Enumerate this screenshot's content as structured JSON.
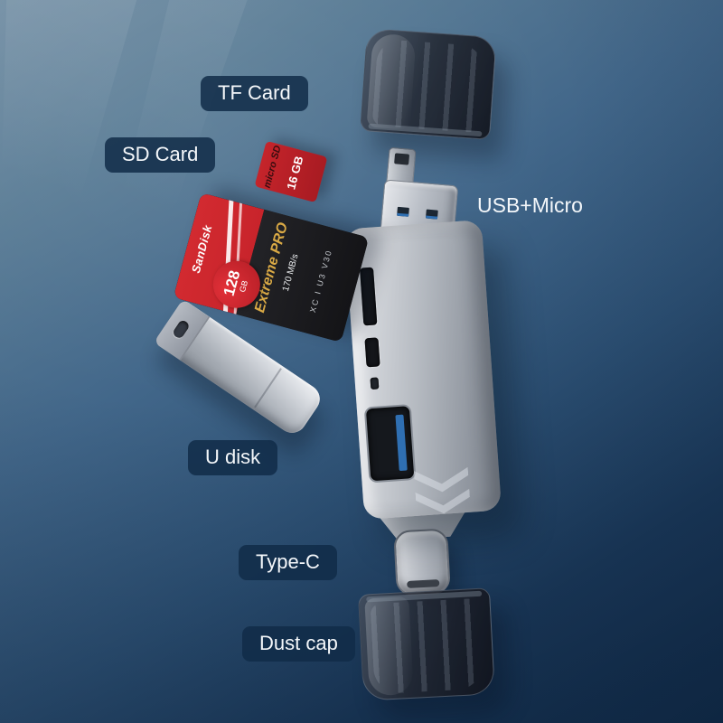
{
  "labels": {
    "tf_card": "TF Card",
    "sd_card": "SD Card",
    "usb_micro": "USB+Micro",
    "u_disk": "U disk",
    "type_c": "Type-C",
    "dust_cap": "Dust cap"
  },
  "sd_card": {
    "brand": "SanDisk",
    "model": "Extreme PRO",
    "speed": "170 MB/s",
    "capacity": "128",
    "capacity_unit": "GB",
    "badges": "XC I U3 V30"
  },
  "tf_card": {
    "logo": "micro SD",
    "capacity": "16 GB"
  },
  "colors": {
    "accent_red": "#c8242b",
    "gold": "#d9a945",
    "pill_bg": "#102c48",
    "usb_blue": "#2f6fb2"
  }
}
